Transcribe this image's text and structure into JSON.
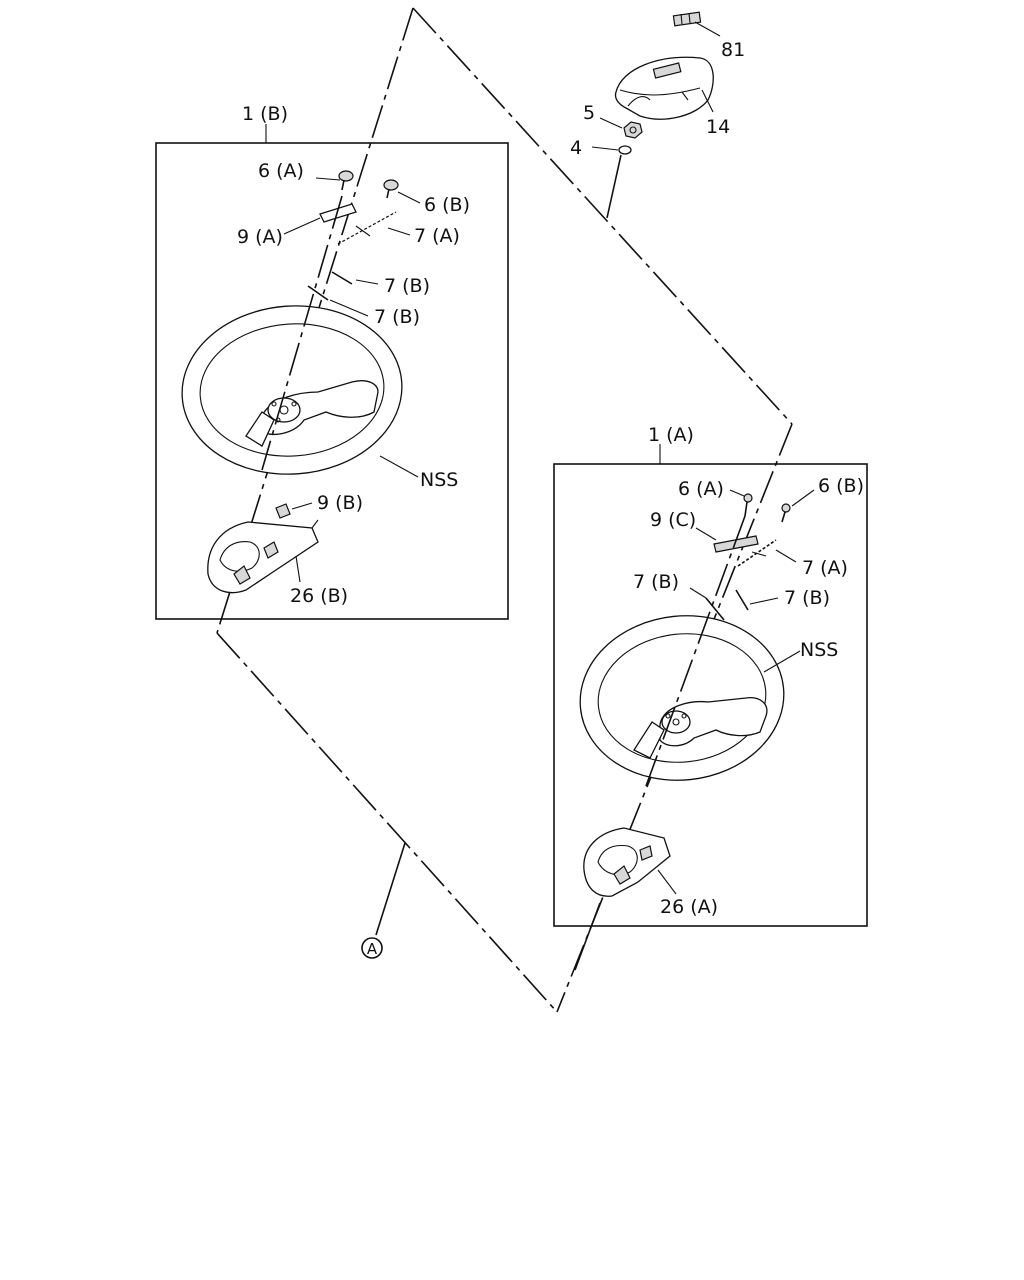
{
  "diagram": {
    "top_assembly": {
      "labels": {
        "p81": "81",
        "p14": "14",
        "p5": "5",
        "p4": "4"
      }
    },
    "box_b": {
      "title": "1 (B)",
      "labels": {
        "bolt_6a": "6 (A)",
        "bolt_6b": "6 (B)",
        "plate_9a": "9 (A)",
        "spring_7a": "7 (A)",
        "spring_7b_1": "7 (B)",
        "spring_7b_2": "7 (B)",
        "wheel_nss": "NSS",
        "clip_9b": "9 (B)",
        "cover_26b": "26 (B)"
      }
    },
    "box_a": {
      "title": "1 (A)",
      "labels": {
        "bolt_6a": "6 (A)",
        "bolt_6b": "6 (B)",
        "plate_9c": "9 (C)",
        "spring_7a": "7 (A)",
        "spring_7b_1": "7 (B)",
        "spring_7b_2": "7 (B)",
        "wheel_nss": "NSS",
        "cover_26a": "26 (A)"
      }
    },
    "reference_marker": "A"
  }
}
